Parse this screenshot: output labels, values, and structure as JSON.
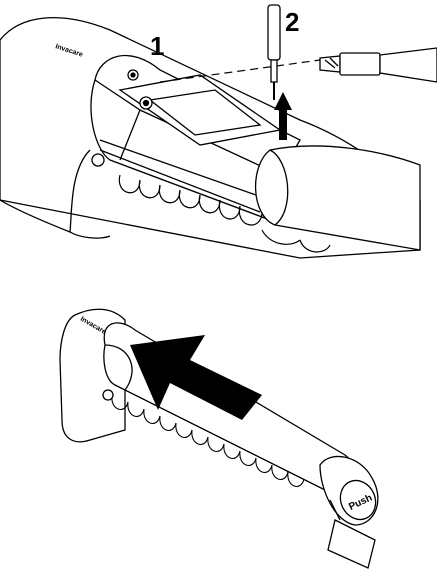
{
  "steps": [
    {
      "label": "1"
    },
    {
      "label": "2"
    }
  ],
  "brand_text": "Invacare",
  "button_text": "Push",
  "colors": {
    "line": "#000000",
    "fill": "#ffffff",
    "arrow": "#000000",
    "shade": "#d9d9d9"
  },
  "icons": {
    "screwdriver": "screwdriver-icon",
    "lift_arrow": "arrow-up-icon",
    "slide_arrow": "arrow-left-up-icon"
  }
}
